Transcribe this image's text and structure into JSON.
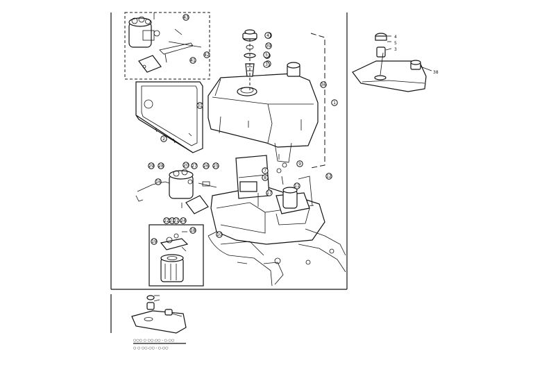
{
  "callouts": [
    {
      "id": "c43",
      "text": "43"
    },
    {
      "id": "c42",
      "text": "42"
    },
    {
      "id": "c41",
      "text": "41"
    },
    {
      "id": "c40",
      "text": "40"
    },
    {
      "id": "c39",
      "text": "39"
    },
    {
      "id": "c38",
      "text": "38"
    },
    {
      "id": "c36",
      "text": "36"
    },
    {
      "id": "c31",
      "text": "31"
    },
    {
      "id": "c29",
      "text": "29"
    },
    {
      "id": "c28",
      "text": "28"
    },
    {
      "id": "c27",
      "text": "27"
    },
    {
      "id": "c26",
      "text": "26"
    },
    {
      "id": "c25",
      "text": "25"
    },
    {
      "id": "c24",
      "text": "24"
    },
    {
      "id": "c23",
      "text": "23"
    },
    {
      "id": "c22",
      "text": "22"
    },
    {
      "id": "c21",
      "text": "21"
    },
    {
      "id": "c20",
      "text": "20"
    },
    {
      "id": "c19",
      "text": "19"
    },
    {
      "id": "c18",
      "text": "18"
    },
    {
      "id": "c17",
      "text": "17"
    },
    {
      "id": "c16",
      "text": "16"
    },
    {
      "id": "c12",
      "text": "12"
    },
    {
      "id": "c11",
      "text": "11"
    },
    {
      "id": "c10",
      "text": "10"
    },
    {
      "id": "c9",
      "text": "9"
    },
    {
      "id": "c8",
      "text": "8"
    },
    {
      "id": "c7",
      "text": "7"
    },
    {
      "id": "c6",
      "text": "6"
    },
    {
      "id": "c5",
      "text": "5"
    },
    {
      "id": "c4",
      "text": "4"
    },
    {
      "id": "c3",
      "text": "3"
    },
    {
      "id": "c1",
      "text": "1"
    },
    {
      "id": "c2",
      "text": "2"
    }
  ],
  "inset_right_labels": [
    "4",
    "5",
    "3",
    "38"
  ],
  "legend": {
    "line1": "○○○ ○  ○○.○○ - ○.○○",
    "line2": "○  ○  ○○.○○ - ○.○○"
  }
}
